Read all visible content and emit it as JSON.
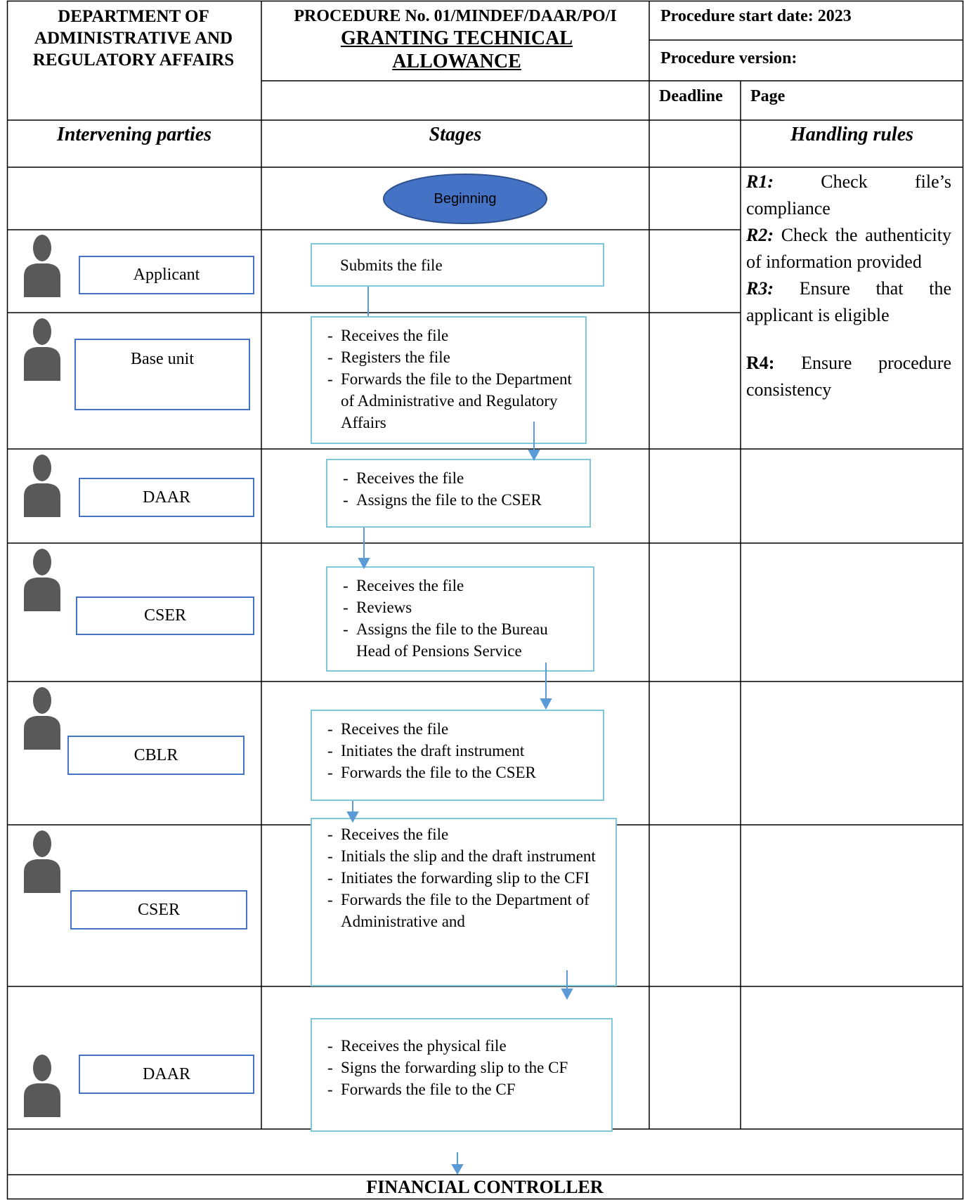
{
  "header": {
    "department": "DEPARTMENT OF ADMINISTRATIVE AND REGULATORY AFFAIRS",
    "procedure_number": "PROCEDURE No. 01/MINDEF/DAAR/PO/I",
    "procedure_title": "GRANTING TECHNICAL ALLOWANCE",
    "start_date": "Procedure start date: 2023",
    "version": "Procedure version:",
    "deadline": "Deadline",
    "page": "Page"
  },
  "columns": {
    "parties": "Intervening parties",
    "stages": "Stages",
    "rules": "Handling rules"
  },
  "start": {
    "label": "Beginning"
  },
  "rules": [
    {
      "code": "R1:",
      "text": "Check file’s compliance"
    },
    {
      "code": "R2:",
      "text": "Check the authenticity of information provided"
    },
    {
      "code": "R3:",
      "text": "Ensure that the applicant is eligible"
    },
    {
      "code": "R4:",
      "text": "Ensure procedure consistency"
    }
  ],
  "rows": [
    {
      "party": "Applicant",
      "stage": "Submits the file"
    },
    {
      "party": "Base unit",
      "lines": [
        "Receives the file",
        "Registers the file",
        "Forwards the file to the Department of Administrative and Regulatory Affairs"
      ]
    },
    {
      "party": "DAAR",
      "lines": [
        "Receives the file",
        "Assigns the file to the CSER"
      ]
    },
    {
      "party": "CSER",
      "lines": [
        "Receives the file",
        "Reviews",
        "Assigns the file to the Bureau Head of Pensions Service"
      ]
    },
    {
      "party": "CBLR",
      "lines": [
        "Receives the file",
        "Initiates the draft instrument",
        "Forwards the file to the CSER"
      ]
    },
    {
      "party": "CSER",
      "lines": [
        "Receives the file",
        "Initials the slip and the draft instrument",
        "Initiates the forwarding slip to the CFI",
        "Forwards the file to the Department of Administrative and"
      ]
    },
    {
      "party": "DAAR",
      "lines": [
        "Receives the physical file",
        "Signs the forwarding slip to the CF",
        "Forwards the file to the CF"
      ]
    }
  ],
  "footer": {
    "label": "FINANCIAL CONTROLLER"
  },
  "colors": {
    "accent": "#4472c4",
    "stage_border": "#7fc7d9",
    "arrow": "#5b9bd5",
    "person": "#595959"
  }
}
